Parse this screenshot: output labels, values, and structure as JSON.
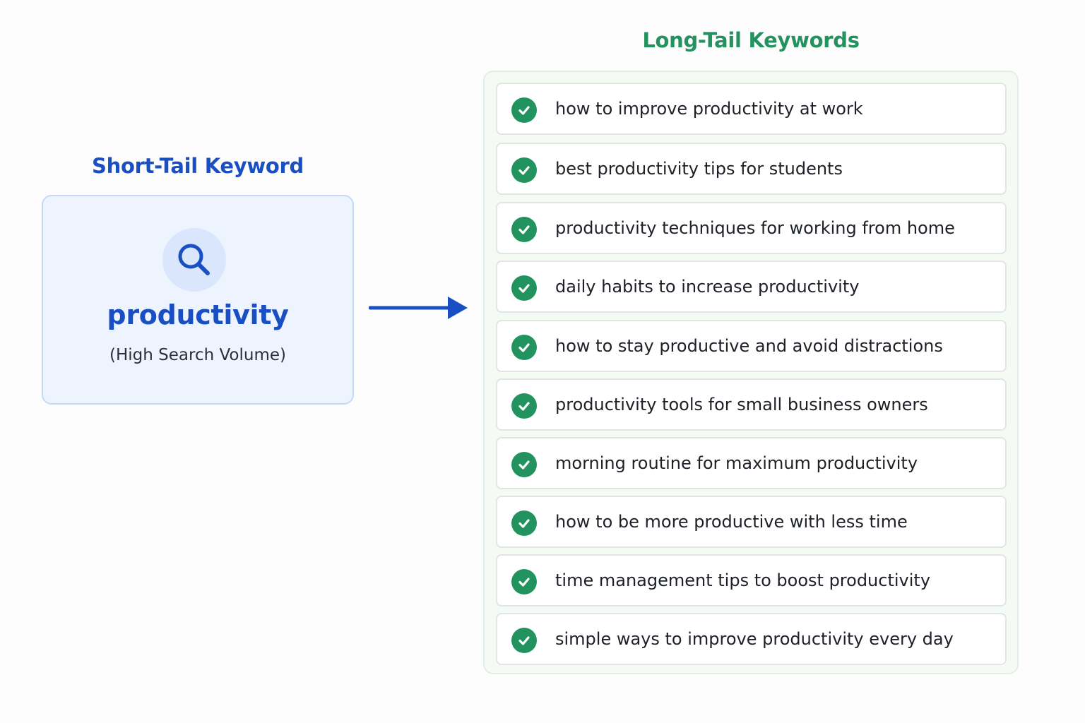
{
  "short_tail": {
    "title": "Short-Tail Keyword",
    "keyword": "productivity",
    "subtitle": "(High Search Volume)",
    "icon": "search-icon",
    "color": "#1a4fc4"
  },
  "long_tail": {
    "title": "Long-Tail Keywords",
    "icon": "check-icon",
    "color": "#22935e",
    "items": [
      "how to improve productivity at work",
      "best productivity tips for students",
      "productivity techniques for working from home",
      "daily habits to increase productivity",
      "how to stay productive and avoid distractions",
      "productivity tools for small business owners",
      "morning routine for maximum productivity",
      "how to be more productive with less time",
      "time management tips to boost productivity",
      "simple ways to improve productivity every day"
    ]
  }
}
